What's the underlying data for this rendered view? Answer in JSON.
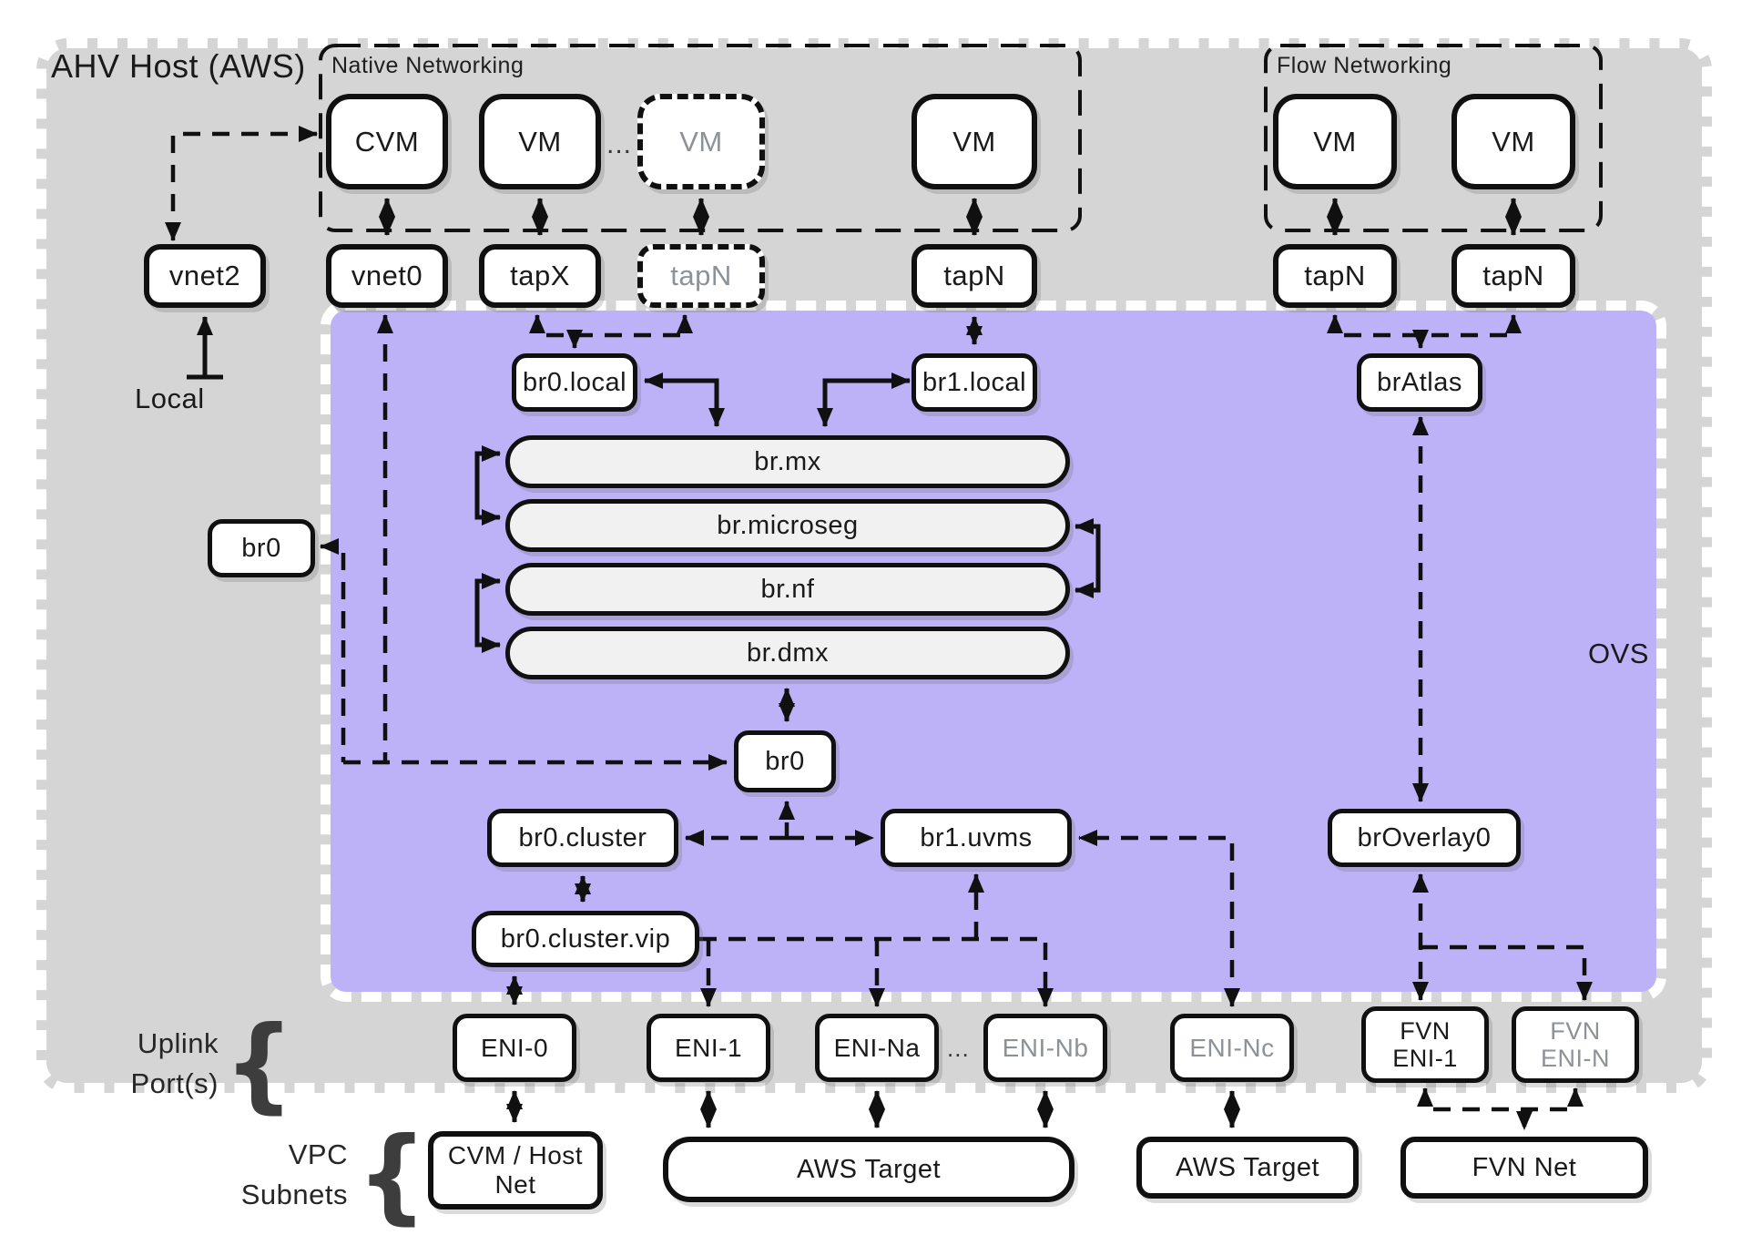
{
  "title": "AHV Host (AWS)",
  "groups": {
    "native": "Native Networking",
    "flow": "Flow Networking",
    "ovs": "OVS"
  },
  "labels": {
    "local": "Local",
    "uplink": [
      "Uplink",
      "Port(s)"
    ],
    "vpc": [
      "VPC",
      "Subnets"
    ],
    "ellipsis": "...",
    "brace": "{"
  },
  "nodes": {
    "cvm": "CVM",
    "vm1": "VM",
    "vm_n": "VM",
    "vm2": "VM",
    "flow_vm1": "VM",
    "flow_vm2": "VM",
    "vnet2": "vnet2",
    "vnet0": "vnet0",
    "tapx": "tapX",
    "tapn_gray": "tapN",
    "tapn2": "tapN",
    "flow_tapn1": "tapN",
    "flow_tapn2": "tapN",
    "br0_local": "br0.local",
    "br1_local": "br1.local",
    "br_atlas": "brAtlas",
    "br_mx": "br.mx",
    "br_microseg": "br.microseg",
    "br_nf": "br.nf",
    "br_dmx": "br.dmx",
    "br0_left": "br0",
    "br0_center": "br0",
    "br0_cluster": "br0.cluster",
    "br1_uvms": "br1.uvms",
    "br_overlay0": "brOverlay0",
    "br0_cluster_vip": "br0.cluster.vip",
    "eni0": "ENI-0",
    "eni1": "ENI-1",
    "eni_na": "ENI-Na",
    "eni_nb": "ENI-Nb",
    "eni_nc": "ENI-Nc",
    "fvn_eni1": [
      "FVN",
      "ENI-1"
    ],
    "fvn_eni_n": [
      "FVN",
      "ENI-N"
    ],
    "cvm_host_net": "CVM / Host Net",
    "aws_target_1": "AWS Target",
    "aws_target_2": "AWS Target",
    "fvn_net": "FVN Net"
  }
}
